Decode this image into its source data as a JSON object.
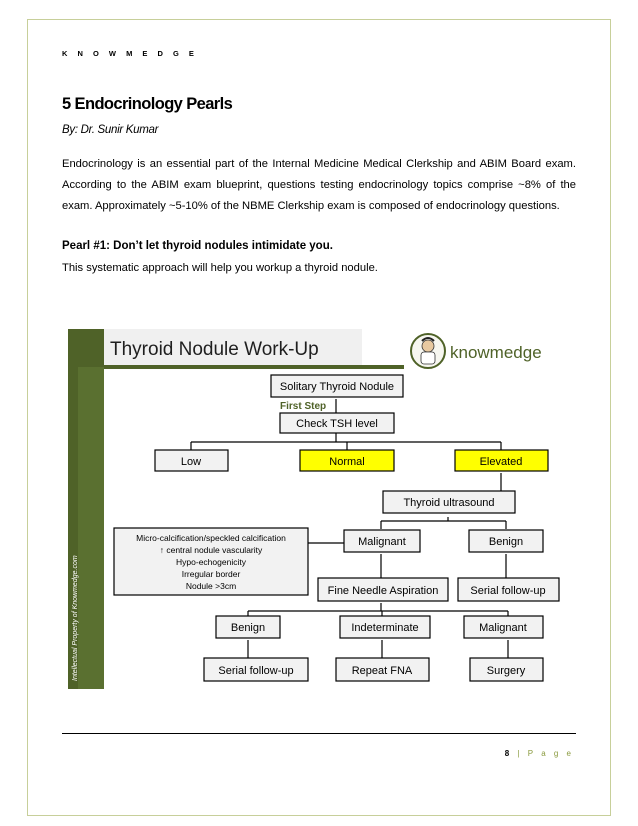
{
  "header": {
    "brand": "K N O W M E D G E"
  },
  "article": {
    "title": "5 Endocrinology Pearls",
    "byline": "By: Dr. Sunir Kumar",
    "intro": "Endocrinology is an essential part of the Internal Medicine Medical Clerkship and ABIM Board exam. According to the ABIM exam blueprint, questions testing endocrinology topics comprise ~8% of the exam. Approximately ~5-10% of the NBME Clerkship exam is composed of endocrinology questions.",
    "pearl1_heading": "Pearl #1: Don’t let thyroid nodules intimidate you.",
    "pearl1_text": "This systematic approach will help you workup a thyroid nodule."
  },
  "flowchart": {
    "title": "Thyroid Nodule Work-Up",
    "logo_text": "knowmedge",
    "vertical_text": "Intellectual Property of Knowmedge.com",
    "first_step_label": "First Step",
    "nodes": {
      "solitary": "Solitary Thyroid Nodule",
      "check_tsh": "Check TSH level",
      "low": "Low",
      "normal": "Normal",
      "elevated": "Elevated",
      "ultrasound": "Thyroid ultrasound",
      "malignant_us": "Malignant",
      "benign_us": "Benign",
      "fna": "Fine Needle Aspiration",
      "serial_us": "Serial follow-up",
      "benign_fna": "Benign",
      "indeterminate": "Indeterminate",
      "malignant_fna": "Malignant",
      "serial_fna": "Serial follow-up",
      "repeat_fna": "Repeat FNA",
      "surgery": "Surgery"
    },
    "features": [
      "Micro-calcification/speckled calcification",
      "↑ central nodule vascularity",
      "Hypo-echogenicity",
      "Irregular border",
      "Nodule >3cm"
    ],
    "colors": {
      "green": "#4f6228",
      "title_bg": "#f0f0f0",
      "box_bg": "#f2f2f2",
      "highlight": "#ffff00",
      "first_step": "#4f6228"
    }
  },
  "footer": {
    "page_number": "8",
    "page_label": "| P a g e"
  }
}
